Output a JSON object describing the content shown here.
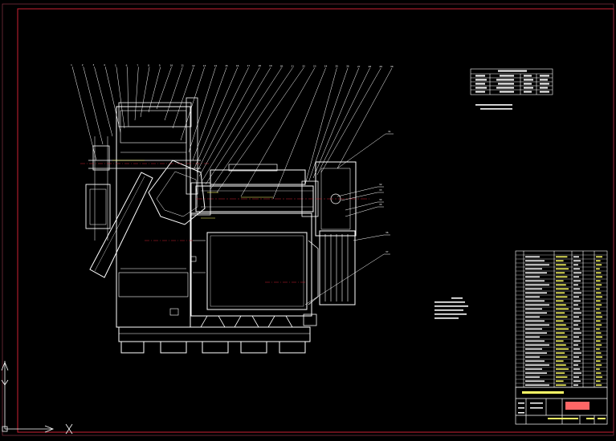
{
  "colors": {
    "background": "#000000",
    "frame": "#cc2233",
    "drawing": "#ffffff",
    "accent": "#ffff66",
    "leader": "#ffffff"
  },
  "balloons": [
    "1",
    "2",
    "3",
    "4",
    "5",
    "6",
    "7",
    "8",
    "9",
    "10",
    "11",
    "12",
    "13",
    "14",
    "15",
    "16",
    "17",
    "18",
    "19",
    "20",
    "21",
    "22",
    "23",
    "24",
    "25",
    "26",
    "27",
    "28",
    "29",
    "30"
  ],
  "side_balloons": [
    "31",
    "32",
    "33",
    "34",
    "35",
    "36",
    "37"
  ],
  "icons": {
    "ucs_icon": "ucs-axis-icon"
  }
}
